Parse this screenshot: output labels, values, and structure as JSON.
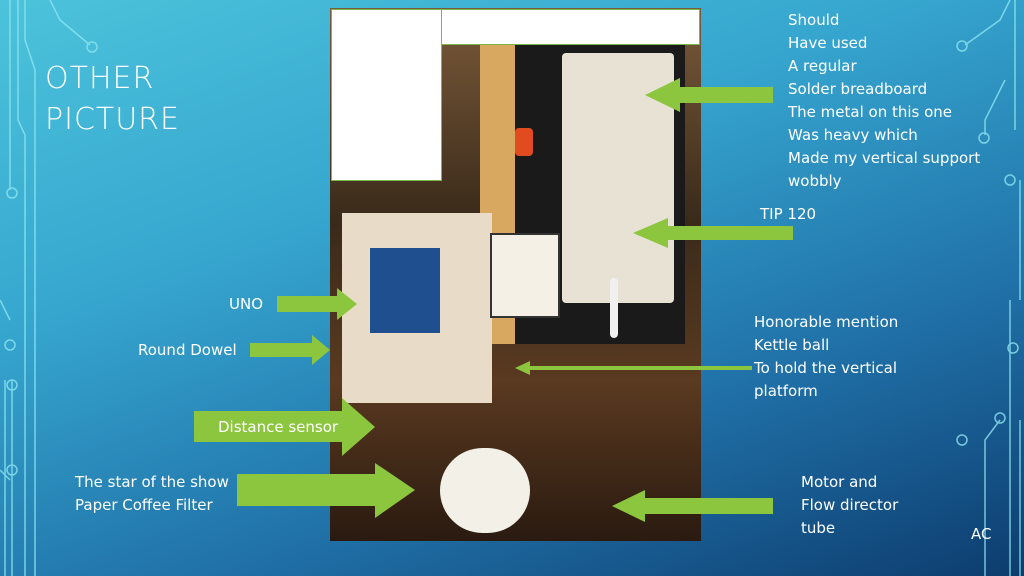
{
  "slide": {
    "title_line1": "OTHER",
    "title_line2": "PICTURE",
    "footer": "AC"
  },
  "annotations": {
    "breadboard": [
      "Should",
      "Have used",
      "A regular",
      "Solder breadboard",
      "The metal on this one",
      "Was heavy which",
      "Made my vertical support",
      "wobbly"
    ],
    "tip120": "TIP 120",
    "uno": "UNO",
    "dowel": "Round Dowel",
    "distance_sensor": "Distance sensor",
    "filter": [
      "The star of the show",
      "Paper Coffee Filter"
    ],
    "kettle": [
      "Honorable mention",
      "Kettle ball",
      "To hold the vertical",
      "platform"
    ],
    "motor": [
      "Motor and",
      "Flow director",
      "tube"
    ]
  },
  "colors": {
    "arrow": "#8cc63f",
    "text": "#ffffff"
  }
}
